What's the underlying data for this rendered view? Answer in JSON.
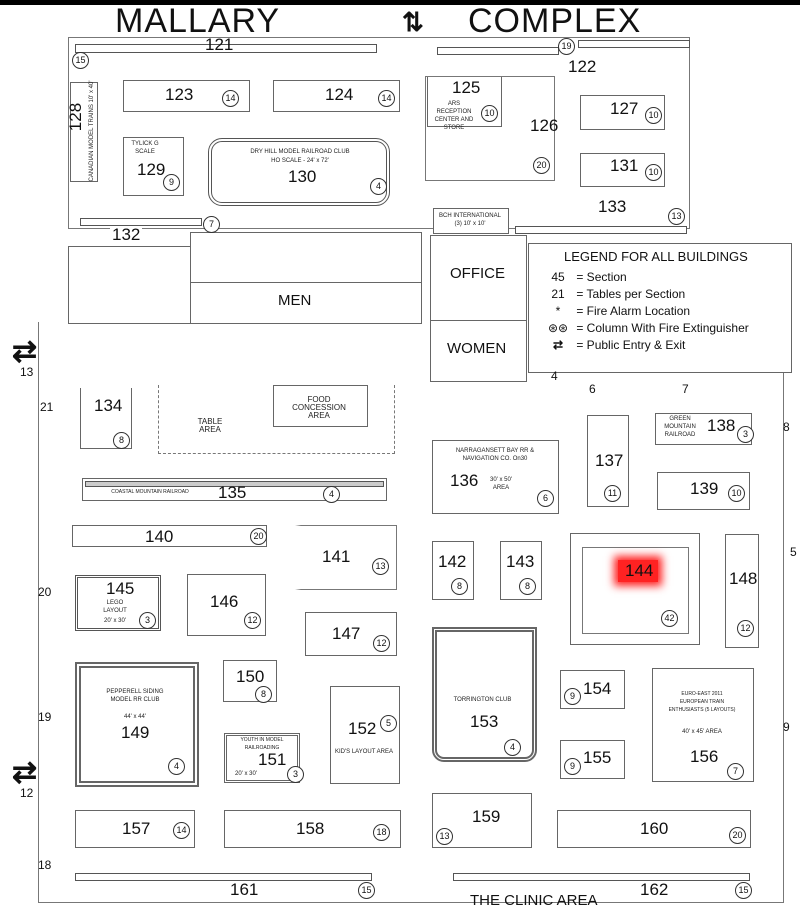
{
  "header": {
    "left": "MALLARY",
    "right": "COMPLEX"
  },
  "footer": {
    "area": "THE CLINIC AREA"
  },
  "legend": {
    "title": "LEGEND FOR ALL BUILDINGS",
    "items": [
      {
        "symbol": "45",
        "text": "= Section"
      },
      {
        "symbol": "21",
        "text": "= Tables per Section"
      },
      {
        "symbol": "*",
        "text": "= Fire Alarm Location"
      },
      {
        "symbol": "⊛⊛",
        "text": "= Column With Fire Extinguisher"
      },
      {
        "symbol": "⇄",
        "text": "= Public Entry & Exit"
      }
    ]
  },
  "rooms": {
    "office": "OFFICE",
    "women": "WOMEN",
    "men": "MEN",
    "table_area": "TABLE AREA",
    "food": "FOOD CONCESSION AREA",
    "bch": "BCH INTERNATIONAL (3) 10' x 10'"
  },
  "doors": [
    "13",
    "21",
    "20",
    "19",
    "12",
    "18",
    "4",
    "5",
    "6",
    "7",
    "8",
    "9"
  ],
  "highlight_color": "#ff2222",
  "sections": {
    "s121": {
      "num": "121",
      "tables": "15"
    },
    "s122": {
      "num": "122",
      "tables": "19"
    },
    "s123": {
      "num": "123",
      "tables": "14"
    },
    "s124": {
      "num": "124",
      "tables": "14"
    },
    "s125": {
      "num": "125",
      "tables": "10",
      "label": "ARS RECEPTION CENTER AND STORE"
    },
    "s126": {
      "num": "126",
      "tables": "20"
    },
    "s127": {
      "num": "127",
      "tables": "10"
    },
    "s128": {
      "num": "128",
      "label": "CANADIAN MODEL TRAINS 10' x 40'"
    },
    "s129": {
      "num": "129",
      "tables": "9",
      "label": "TYLICK G SCALE"
    },
    "s130": {
      "num": "130",
      "tables": "4",
      "label": "DRY HILL MODEL RAILROAD CLUB",
      "sub": "HO SCALE - 24' x 72'"
    },
    "s131": {
      "num": "131",
      "tables": "10"
    },
    "s132": {
      "num": "132",
      "tables": "7"
    },
    "s133": {
      "num": "133",
      "tables": "13"
    },
    "s134": {
      "num": "134",
      "tables": "8"
    },
    "s135": {
      "num": "135",
      "tables": "4",
      "label": "COASTAL MOUNTAIN RAILROAD"
    },
    "s136": {
      "num": "136",
      "tables": "6",
      "label": "NARRAGANSETT BAY RR & NAVIGATION CO. On30",
      "sub": "30' x 50' AREA"
    },
    "s137": {
      "num": "137",
      "tables": "11"
    },
    "s138": {
      "num": "138",
      "tables": "3",
      "label": "GREEN MOUNTAIN RAILROAD"
    },
    "s139": {
      "num": "139",
      "tables": "10"
    },
    "s140": {
      "num": "140",
      "tables": "20"
    },
    "s141": {
      "num": "141",
      "tables": "13"
    },
    "s142": {
      "num": "142",
      "tables": "8"
    },
    "s143": {
      "num": "143",
      "tables": "8"
    },
    "s144": {
      "num": "144",
      "tables": "42"
    },
    "s145": {
      "num": "145",
      "tables": "3",
      "label": "LEGO LAYOUT",
      "sub": "20' x 30'"
    },
    "s146": {
      "num": "146",
      "tables": "12"
    },
    "s147": {
      "num": "147",
      "tables": "12"
    },
    "s148": {
      "num": "148",
      "tables": "12"
    },
    "s149": {
      "num": "149",
      "tables": "4",
      "label": "PEPPERELL SIDING MODEL RR CLUB",
      "sub": "44' x 44'"
    },
    "s150": {
      "num": "150",
      "tables": "8"
    },
    "s151": {
      "num": "151",
      "tables": "3",
      "label": "YOUTH IN MODEL RAILROADING",
      "sub": "20' x 30'"
    },
    "s152": {
      "num": "152",
      "tables": "5",
      "label": "KID'S LAYOUT AREA"
    },
    "s153": {
      "num": "153",
      "tables": "4",
      "label": "TORRINGTON CLUB"
    },
    "s154": {
      "num": "154",
      "tables": "9"
    },
    "s155": {
      "num": "155",
      "tables": "9"
    },
    "s156": {
      "num": "156",
      "tables": "7",
      "label": "EURO-EAST 2011 EUROPEAN TRAIN ENTHUSIASTS (5 LAYOUTS)",
      "sub": "40' x 45' AREA"
    },
    "s157": {
      "num": "157",
      "tables": "14"
    },
    "s158": {
      "num": "158",
      "tables": "18"
    },
    "s159": {
      "num": "159",
      "tables": "13"
    },
    "s160": {
      "num": "160",
      "tables": "20"
    },
    "s161": {
      "num": "161",
      "tables": "15"
    },
    "s162": {
      "num": "162",
      "tables": "15"
    }
  }
}
